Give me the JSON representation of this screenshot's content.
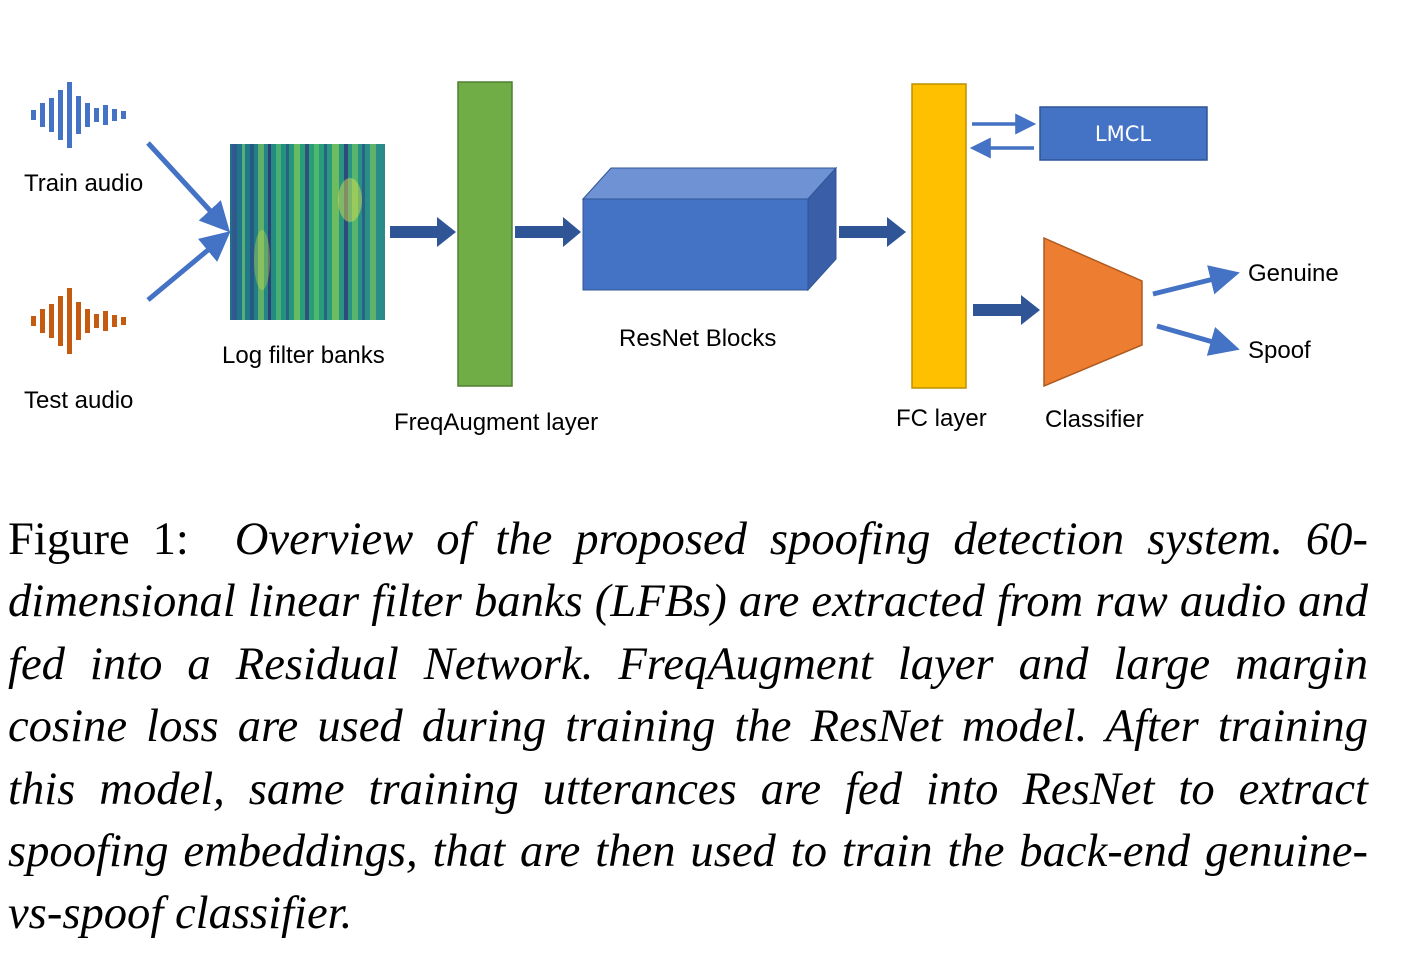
{
  "diagram": {
    "inputs": [
      {
        "label": "Train audio",
        "color": "#4472c4"
      },
      {
        "label": "Test audio",
        "color": "#c55a11"
      }
    ],
    "feature_label": "Log filter banks",
    "freqaugment_label": "FreqAugment layer",
    "resnet_label": "ResNet Blocks",
    "fc_label": "FC layer",
    "loss_label": "LMCL",
    "classifier_label": "Classifier",
    "outputs": [
      "Genuine",
      "Spoof"
    ],
    "colors": {
      "freqaugment": "#70ad47",
      "resnet": "#4472c4",
      "fc": "#ffc000",
      "classifier": "#ed7d31",
      "arrow_dark": "#2f5597",
      "arrow_light": "#4472c4"
    }
  },
  "caption": {
    "label": "Figure 1:",
    "text": "Overview of the proposed spoofing detection system. 60-dimensional linear filter banks (LFBs) are extracted from raw audio and fed into a Residual Network. FreqAugment layer and large margin cosine loss are used during training the ResNet model. After training this model, same training utterances are fed into ResNet to extract spoofing embeddings, that are then used to train the back-end genuine-vs-spoof classifier."
  }
}
